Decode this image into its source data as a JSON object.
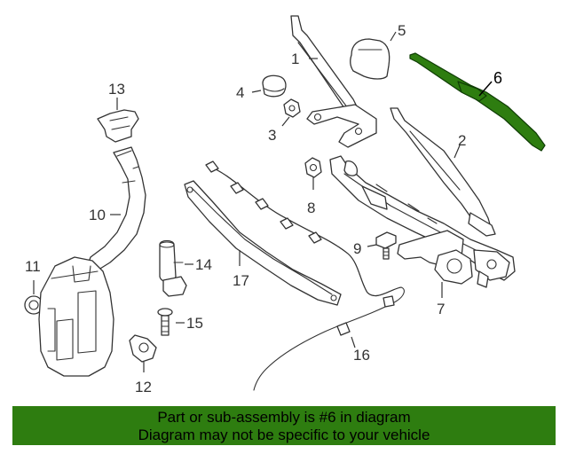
{
  "diagram": {
    "highlight_color": "#2e7d10",
    "highlighted_part": "6",
    "callouts": [
      "1",
      "2",
      "3",
      "4",
      "5",
      "6",
      "7",
      "8",
      "9",
      "10",
      "11",
      "12",
      "13",
      "14",
      "15",
      "16",
      "17"
    ]
  },
  "banner": {
    "line1": "Part or sub-assembly is #6 in diagram",
    "line2": "Diagram may not be specific to your vehicle",
    "background": "#2e7d10"
  }
}
